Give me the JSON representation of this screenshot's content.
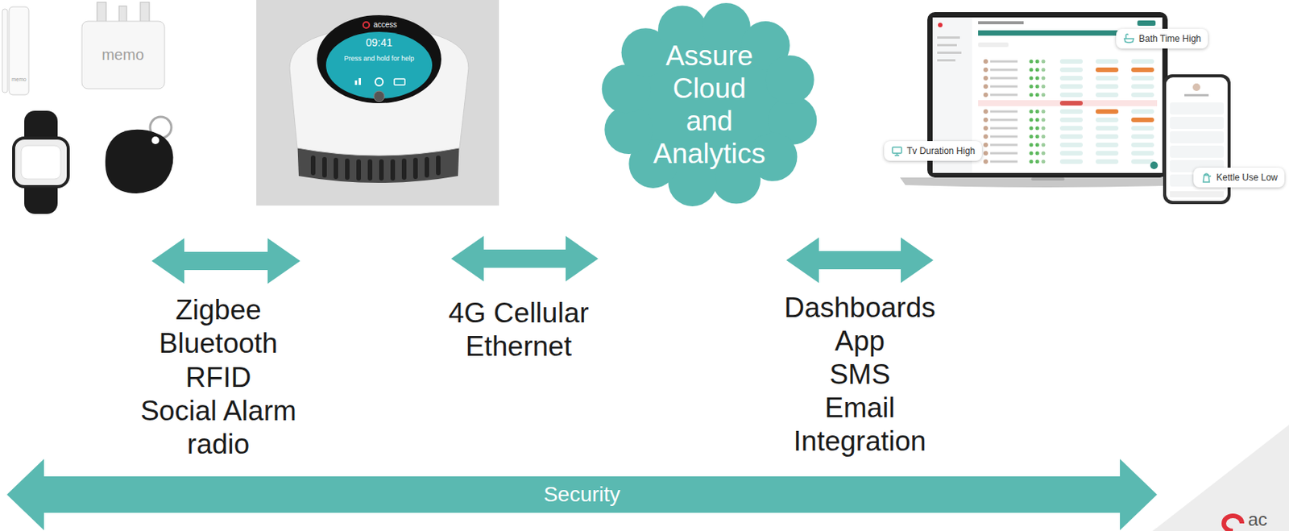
{
  "diagram": {
    "nodes": [
      {
        "text": [
          "Assure Cloud and Analytics"
        ]
      },
      {
        "text": [
          "Bath Time High"
        ]
      },
      {
        "text": [
          "Tv Duration High"
        ]
      },
      {
        "text": [
          "Kettle Use Low"
        ]
      },
      {
        "text": [
          "Security"
        ]
      }
    ],
    "labels": [
      "memo",
      "memo",
      "access",
      "09:41",
      "Press and hold for help",
      "Zigbee",
      "Bluetooth",
      "RFID",
      "Social Alarm radio",
      "4G Cellular",
      "Ethernet",
      "Dashboards",
      "App",
      "SMS",
      "Email",
      "Integration",
      "ac"
    ]
  }
}
